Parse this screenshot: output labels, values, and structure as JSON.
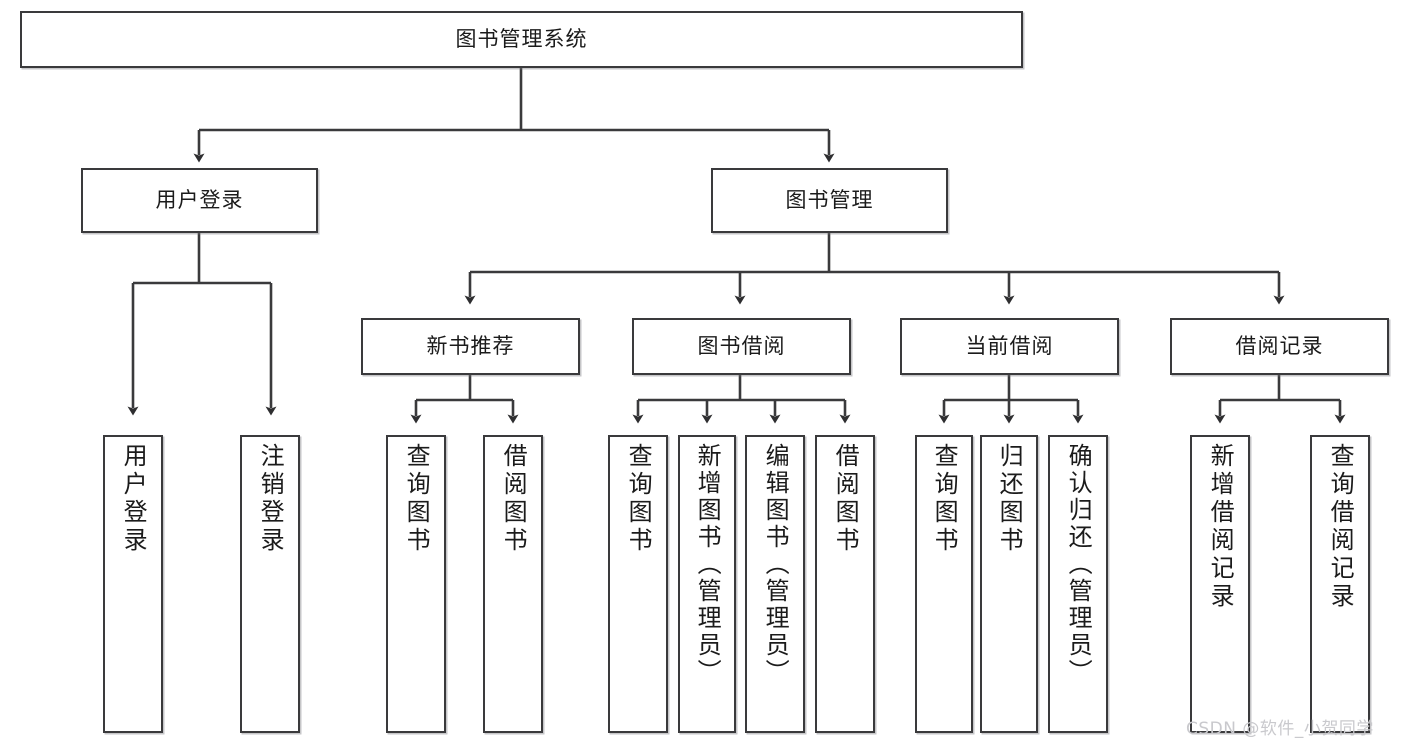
{
  "diagram": {
    "type": "hierarchy-tree",
    "title": "图书管理系统",
    "watermark": "CSDN @软件_小贺同学",
    "colors": {
      "stroke": "#3a3a3c",
      "text": "#1b1b1b",
      "background": "#ffffff",
      "watermark": "#c9c9cd"
    },
    "levels": [
      {
        "level": 1,
        "nodes": [
          "图书管理系统"
        ]
      },
      {
        "level": 2,
        "nodes": [
          "用户登录",
          "图书管理"
        ]
      },
      {
        "level": 3,
        "nodes": [
          "新书推荐",
          "图书借阅",
          "当前借阅",
          "借阅记录"
        ]
      },
      {
        "level": 4,
        "nodes": [
          "用户登录",
          "注销登录",
          "查询图书",
          "借阅图书",
          "查询图书",
          "新增图书（管理员）",
          "编辑图书（管理员）",
          "借阅图书",
          "查询图书",
          "归还图书",
          "确认归还（管理员）",
          "新增借阅记录",
          "查询借阅记录"
        ]
      }
    ],
    "root": {
      "id": "root",
      "label": "图书管理系统"
    },
    "branches": [
      {
        "id": "user-login",
        "label": "用户登录",
        "children": [
          {
            "id": "leaf-user-login",
            "label": "用户登录"
          },
          {
            "id": "leaf-user-logout",
            "label": "注销登录"
          }
        ]
      },
      {
        "id": "book-manage",
        "label": "图书管理",
        "groups": [
          {
            "id": "new-book-recommend",
            "label": "新书推荐",
            "children": [
              {
                "id": "leaf-query-book-1",
                "label": "查询图书"
              },
              {
                "id": "leaf-borrow-book-1",
                "label": "借阅图书"
              }
            ]
          },
          {
            "id": "book-borrow",
            "label": "图书借阅",
            "children": [
              {
                "id": "leaf-query-book-2",
                "label": "查询图书"
              },
              {
                "id": "leaf-add-book",
                "label": "新增图书（管理员）"
              },
              {
                "id": "leaf-edit-book",
                "label": "编辑图书（管理员）"
              },
              {
                "id": "leaf-borrow-book-2",
                "label": "借阅图书"
              }
            ]
          },
          {
            "id": "current-borrow",
            "label": "当前借阅",
            "children": [
              {
                "id": "leaf-query-book-3",
                "label": "查询图书"
              },
              {
                "id": "leaf-return-book",
                "label": "归还图书"
              },
              {
                "id": "leaf-confirm-return",
                "label": "确认归还（管理员）"
              }
            ]
          },
          {
            "id": "borrow-record",
            "label": "借阅记录",
            "children": [
              {
                "id": "leaf-add-record",
                "label": "新增借阅记录"
              },
              {
                "id": "leaf-query-record",
                "label": "查询借阅记录"
              }
            ]
          }
        ]
      }
    ]
  }
}
